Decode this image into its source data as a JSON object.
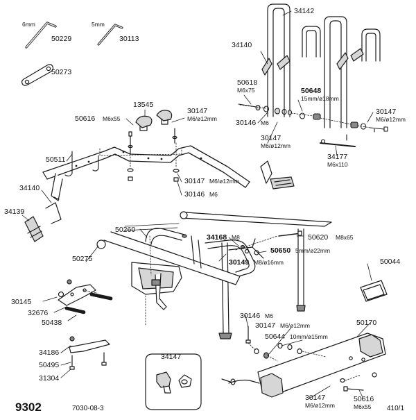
{
  "colors": {
    "line": "#1a1a1a",
    "fill": "#ffffff",
    "shade": "#d6d6d6",
    "dark": "#8a8a8a",
    "text": "#111111"
  },
  "labels": {
    "l50229": "50229",
    "l50229_size": "6mm",
    "l30113": "30113",
    "l30113_size": "5mm",
    "l50273": "50273",
    "l13545": "13545",
    "l50616a": "50616",
    "l50616a_spec": "M6x55",
    "l30147a": "30147",
    "l30147a_spec": "M6/ø12mm",
    "l50511": "50511",
    "l34140a": "34140",
    "l34139": "34139",
    "l30147b": "30147",
    "l30147b_spec": "M6/ø12mm",
    "l30146a": "30146",
    "l30146a_spec": "M6",
    "l34142": "34142",
    "l34140b": "34140",
    "l50618": "50618",
    "l50618_spec": "M6x75",
    "l50648": "50648",
    "l50648_spec": "15mm/ø18mm",
    "l30146b": "30146",
    "l30146b_spec": "M6",
    "l30147c": "30147",
    "l30147c_spec": "M6/ø12mm",
    "l30147d": "30147",
    "l30147d_spec": "M6/ø12mm",
    "l34177": "34177",
    "l34177_spec": "M6x110",
    "l50260": "50260",
    "l34168": "34168",
    "l34168_spec": "M8",
    "l50620": "50620",
    "l50620_spec": "M8x65",
    "l50650": "50650",
    "l50650_spec": "5mm/ø22mm",
    "l30149": "30149",
    "l30149_spec": "M8/ø16mm",
    "l50275": "50275",
    "l50044": "50044",
    "l30145": "30145",
    "l32676": "32676",
    "l50438": "50438",
    "l30146c": "30146",
    "l30146c_spec": "M6",
    "l30147e": "30147",
    "l30147e_spec": "M6/ø12mm",
    "l50644": "50644",
    "l50644_spec": "10mm/ø15mm",
    "l50170": "50170",
    "l34186": "34186",
    "l50495": "50495",
    "l31304": "31304",
    "l34147": "34147",
    "l30147f": "30147",
    "l30147f_spec": "M6/ø12mm",
    "l50616b": "50616",
    "l50616b_spec": "M6x55"
  },
  "footer": {
    "model": "9302",
    "doc_code": "7030-08-3",
    "page": "410/1"
  }
}
